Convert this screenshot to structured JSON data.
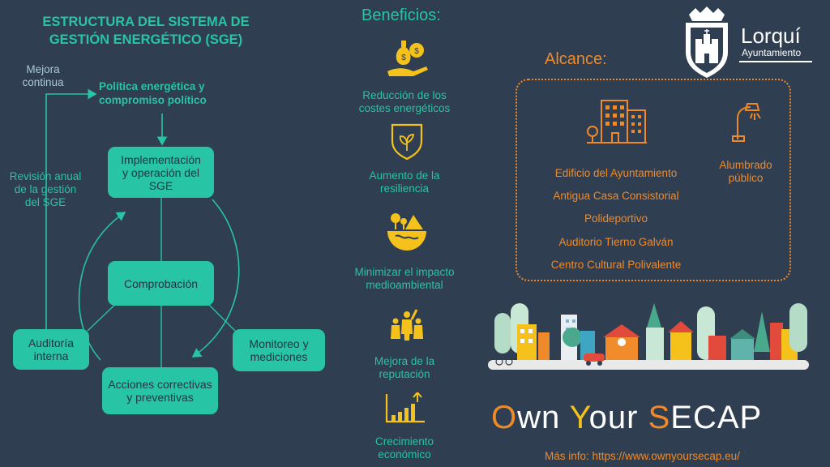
{
  "sge": {
    "title": "ESTRUCTURA DEL SISTEMA DE\nGESTIÓN ENERGÉTICO (SGE)",
    "mejora": "Mejora\ncontinua",
    "politica": "Política energética y\ncompromiso político",
    "implementacion": "Implementación\ny operación del\nSGE",
    "revision": "Revisión anual\nde la gestión\ndel SGE",
    "comprobacion": "Comprobación",
    "auditoria": "Auditoría\ninterna",
    "monitoreo": "Monitoreo y\nmediciones",
    "acciones": "Acciones correctivas\ny preventivas"
  },
  "benefits": {
    "title": "Beneficios:",
    "items": [
      {
        "label": "Reducción de los\ncostes energéticos",
        "icon": "money-hand-icon"
      },
      {
        "label": "Aumento de la\nresiliencia",
        "icon": "shield-leaf-icon"
      },
      {
        "label": "Minimizar el impacto\nmedioambiental",
        "icon": "earth-nature-icon"
      },
      {
        "label": "Mejora de la\nreputación",
        "icon": "people-cheering-icon"
      },
      {
        "label": "Crecimiento\neconómico",
        "icon": "bar-chart-growth-icon"
      }
    ]
  },
  "scope": {
    "title": "Alcance:",
    "buildings": [
      "Edificio del Ayuntamiento",
      "Antigua Casa Consistorial",
      "Polideportivo",
      "Auditorio Tierno Galván",
      "Centro Cultural Polivalente"
    ],
    "lighting": "Alumbrado\npúblico"
  },
  "logo": {
    "name": "Lorquí",
    "sub": "Ayuntamiento"
  },
  "brand": {
    "w1": "wn ",
    "w2": "our ",
    "w3": "ECAP",
    "O": "O",
    "Y": "Y",
    "S": "S"
  },
  "footer": {
    "info": "Más info: https://www.ownyoursecap.eu/"
  },
  "colors": {
    "background": "#2f3e50",
    "teal": "#27c4a5",
    "orange": "#ef8a2a",
    "yellow": "#f4c21b"
  }
}
